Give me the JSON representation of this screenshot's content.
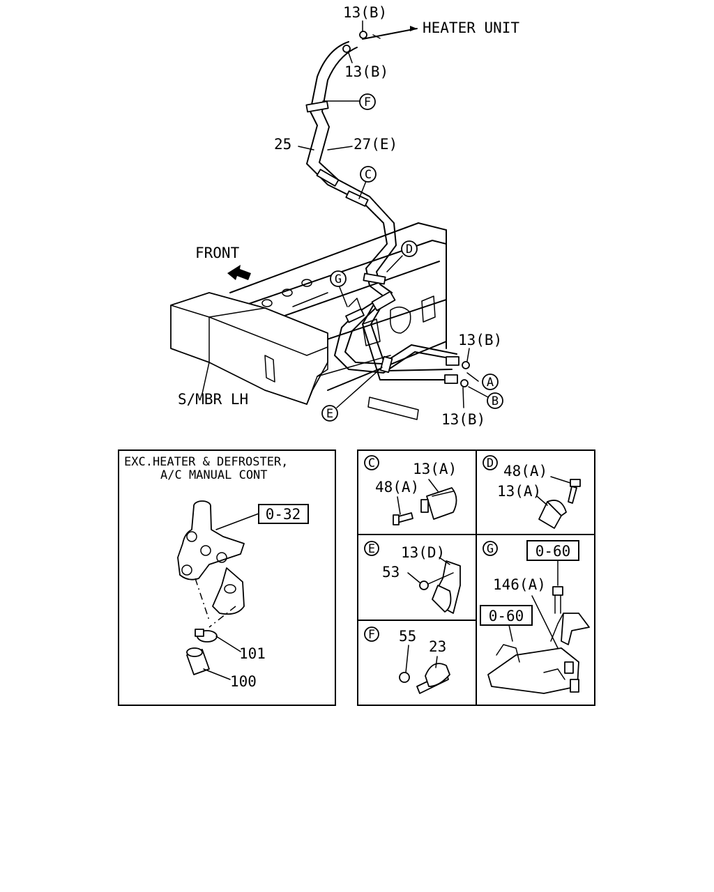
{
  "main": {
    "top_label_13b": "13(B)",
    "heater_unit": "HEATER UNIT",
    "mid_label_13b": "13(B)",
    "callout_f": "F",
    "label_25": "25",
    "label_27e": "27(E)",
    "callout_c": "C",
    "front": "FRONT",
    "callout_d": "D",
    "callout_g": "G",
    "right_label_13b_top": "13(B)",
    "callout_a": "A",
    "callout_b": "B",
    "right_label_13b_bottom": "13(B)",
    "smbr": "S/MBR LH",
    "callout_e": "E"
  },
  "panel_exc": {
    "title_line1": "EXC.HEATER & DEFROSTER,",
    "title_line2": "A/C MANUAL CONT",
    "ref_032": "0-32",
    "label_101": "101",
    "label_100": "100"
  },
  "panel_c": {
    "letter": "C",
    "label_13a": "13(A)",
    "label_48a": "48(A)"
  },
  "panel_d": {
    "letter": "D",
    "label_48a": "48(A)",
    "label_13a": "13(A)"
  },
  "panel_e": {
    "letter": "E",
    "label_13d": "13(D)",
    "label_53": "53"
  },
  "panel_f": {
    "letter": "F",
    "label_55": "55",
    "label_23": "23"
  },
  "panel_g": {
    "letter": "G",
    "ref_060_top": "0-60",
    "label_146a": "146(A)",
    "ref_060_left": "0-60"
  }
}
